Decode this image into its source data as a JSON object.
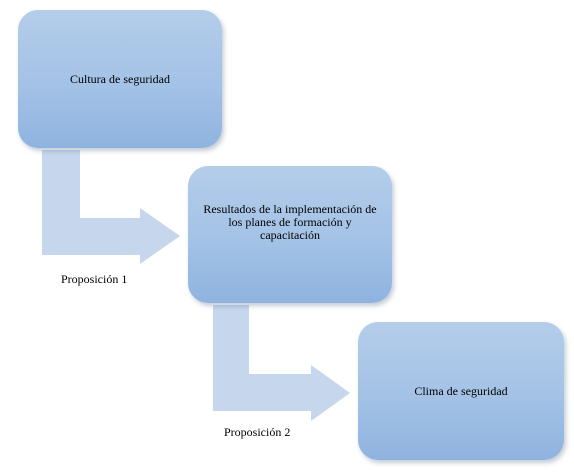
{
  "nodes": [
    {
      "id": "cultura",
      "label": "Cultura de seguridad"
    },
    {
      "id": "resultados",
      "label": "Resultados de la implementación de los planes de formación y capacitación"
    },
    {
      "id": "clima",
      "label": "Clima de seguridad"
    }
  ],
  "edges": [
    {
      "from": "cultura",
      "to": "resultados",
      "label": "Proposición 1"
    },
    {
      "from": "resultados",
      "to": "clima",
      "label": "Proposición 2"
    }
  ],
  "colors": {
    "box_top": "#b4cdea",
    "box_bottom": "#8fb3e0",
    "arrow": "#c5d6ed",
    "text": "#000000"
  }
}
